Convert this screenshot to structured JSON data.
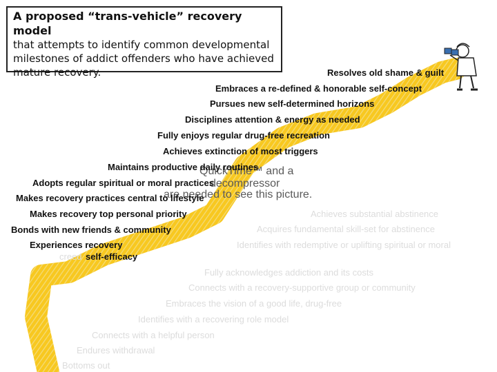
{
  "title": "A proposed “trans-vehicle” recovery model",
  "subtitle_lines": [
    "that attempts to identify common developmental",
    "milestones of addict offenders who have achieved",
    "mature recovery."
  ],
  "placeholder_lines": [
    "QuickTime™ and a",
    "decompressor",
    "are needed to see this picture."
  ],
  "milestones_upper": [
    "Resolves old shame & guilt",
    "Embraces a re-defined & honorable self-concept",
    "Pursues new self-determined horizons",
    "Disciplines attention & energy as needed",
    "Fully enjoys regular drug-free recreation",
    "Achieves extinction of most triggers",
    "Maintains productive daily routines",
    "Adopts regular spiritual or moral practices",
    "Makes recovery practices central to lifestyle",
    "Makes recovery top personal priority",
    "Bonds with new friends & community",
    "Experiences recovery",
    "self-efficacy"
  ],
  "milestones_lower": [
    "Achieves substantial abstinence",
    "Acquires fundamental skill-set for abstinence",
    "Identifies with redemptive or uplifting spiritual or moral",
    "creed",
    "Fully acknowledges addiction and its costs",
    "Connects with a recovery-supportive group or community",
    "Embraces the vision of a good life, drug-free",
    "Identifies with a recovering role model",
    "Connects with a helpful person",
    "Endures withdrawal",
    "Bottoms out"
  ],
  "colors": {
    "road": "#f8c820",
    "road_hatch": "#f3dc7a",
    "faint_text": "#dcdcdc"
  },
  "icons": [
    "person-with-binoculars-icon"
  ]
}
